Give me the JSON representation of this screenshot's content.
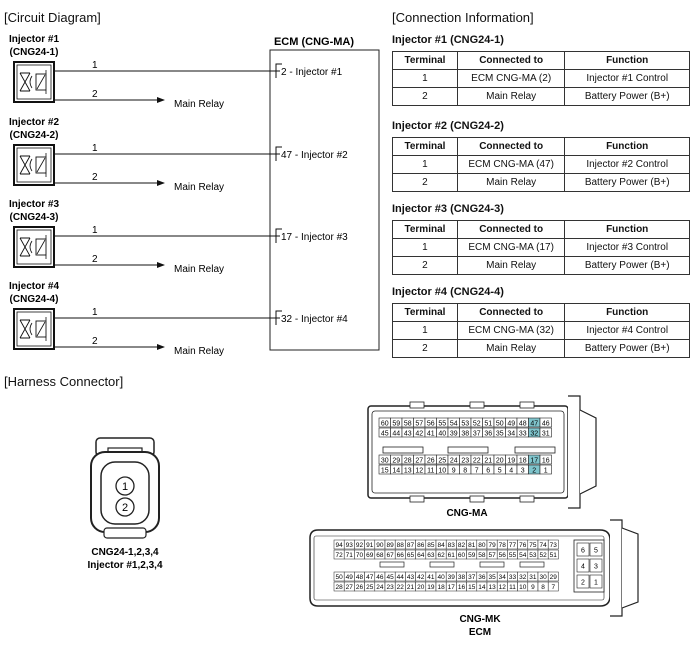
{
  "sections": {
    "circuit": "[Circuit Diagram]",
    "connection": "[Connection Information]",
    "harness": "[Harness Connector]"
  },
  "ecm_label": "ECM (CNG-MA)",
  "injectors": [
    {
      "name": "Injector #1",
      "code": "(CNG24-1)",
      "pin1": "1",
      "pin2": "2",
      "relay": "Main Relay",
      "ecm_pin": "2 - Injector #1"
    },
    {
      "name": "Injector #2",
      "code": "(CNG24-2)",
      "pin1": "1",
      "pin2": "2",
      "relay": "Main Relay",
      "ecm_pin": "47 - Injector #2"
    },
    {
      "name": "Injector #3",
      "code": "(CNG24-3)",
      "pin1": "1",
      "pin2": "2",
      "relay": "Main Relay",
      "ecm_pin": "17 - Injector #3"
    },
    {
      "name": "Injector #4",
      "code": "(CNG24-4)",
      "pin1": "1",
      "pin2": "2",
      "relay": "Main Relay",
      "ecm_pin": "32 - Injector #4"
    }
  ],
  "tables": [
    {
      "title": "Injector #1 (CNG24-1)",
      "headers": [
        "Terminal",
        "Connected to",
        "Function"
      ],
      "rows": [
        [
          "1",
          "ECM CNG-MA (2)",
          "Injector #1 Control"
        ],
        [
          "2",
          "Main Relay",
          "Battery Power (B+)"
        ]
      ]
    },
    {
      "title": "Injector #2 (CNG24-2)",
      "headers": [
        "Terminal",
        "Connected to",
        "Function"
      ],
      "rows": [
        [
          "1",
          "ECM CNG-MA (47)",
          "Injector #2 Control"
        ],
        [
          "2",
          "Main Relay",
          "Battery Power (B+)"
        ]
      ]
    },
    {
      "title": "Injector #3 (CNG24-3)",
      "headers": [
        "Terminal",
        "Connected to",
        "Function"
      ],
      "rows": [
        [
          "1",
          "ECM CNG-MA (17)",
          "Injector #3 Control"
        ],
        [
          "2",
          "Main Relay",
          "Battery Power (B+)"
        ]
      ]
    },
    {
      "title": "Injector #4 (CNG24-4)",
      "headers": [
        "Terminal",
        "Connected to",
        "Function"
      ],
      "rows": [
        [
          "1",
          "ECM CNG-MA (32)",
          "Injector #4 Control"
        ],
        [
          "2",
          "Main Relay",
          "Battery Power (B+)"
        ]
      ]
    }
  ],
  "harness": {
    "small": {
      "pins": [
        "1",
        "2"
      ],
      "label1": "CNG24-1,2,3,4",
      "label2": "Injector #1,2,3,4"
    },
    "ma": {
      "label": "CNG-MA",
      "highlight_color": "#7fc4cc",
      "highlighted": [
        "47",
        "32",
        "17",
        "2"
      ],
      "rows": [
        [
          "60",
          "59",
          "58",
          "57",
          "56",
          "55",
          "54",
          "53",
          "52",
          "51",
          "50",
          "49",
          "48",
          "47",
          "46"
        ],
        [
          "45",
          "44",
          "43",
          "42",
          "41",
          "40",
          "39",
          "38",
          "37",
          "36",
          "35",
          "34",
          "33",
          "32",
          "31"
        ],
        [
          "30",
          "29",
          "28",
          "27",
          "26",
          "25",
          "24",
          "23",
          "22",
          "21",
          "20",
          "19",
          "18",
          "17",
          "16"
        ],
        [
          "15",
          "14",
          "13",
          "12",
          "11",
          "10",
          "9",
          "8",
          "7",
          "6",
          "5",
          "4",
          "3",
          "2",
          "1"
        ]
      ]
    },
    "mk": {
      "label1": "CNG-MK",
      "label2": "ECM",
      "rows": [
        [
          "94",
          "93",
          "92",
          "91",
          "90",
          "89",
          "88",
          "87",
          "86",
          "85",
          "84",
          "83",
          "82",
          "81",
          "80",
          "79",
          "78",
          "77",
          "76",
          "75",
          "74",
          "73"
        ],
        [
          "72",
          "71",
          "70",
          "69",
          "68",
          "67",
          "66",
          "65",
          "64",
          "63",
          "62",
          "61",
          "60",
          "59",
          "58",
          "57",
          "56",
          "55",
          "54",
          "53",
          "52",
          "51"
        ],
        [
          "50",
          "49",
          "48",
          "47",
          "46",
          "45",
          "44",
          "43",
          "42",
          "41",
          "40",
          "39",
          "38",
          "37",
          "36",
          "35",
          "34",
          "33",
          "32",
          "31",
          "30",
          "29"
        ],
        [
          "28",
          "27",
          "26",
          "25",
          "24",
          "23",
          "22",
          "21",
          "20",
          "19",
          "18",
          "17",
          "16",
          "15",
          "14",
          "13",
          "12",
          "11",
          "10",
          "9",
          "8",
          "7"
        ]
      ],
      "side": [
        [
          "6",
          "5"
        ],
        [
          "4",
          "3"
        ],
        [
          "2",
          "1"
        ]
      ]
    }
  }
}
